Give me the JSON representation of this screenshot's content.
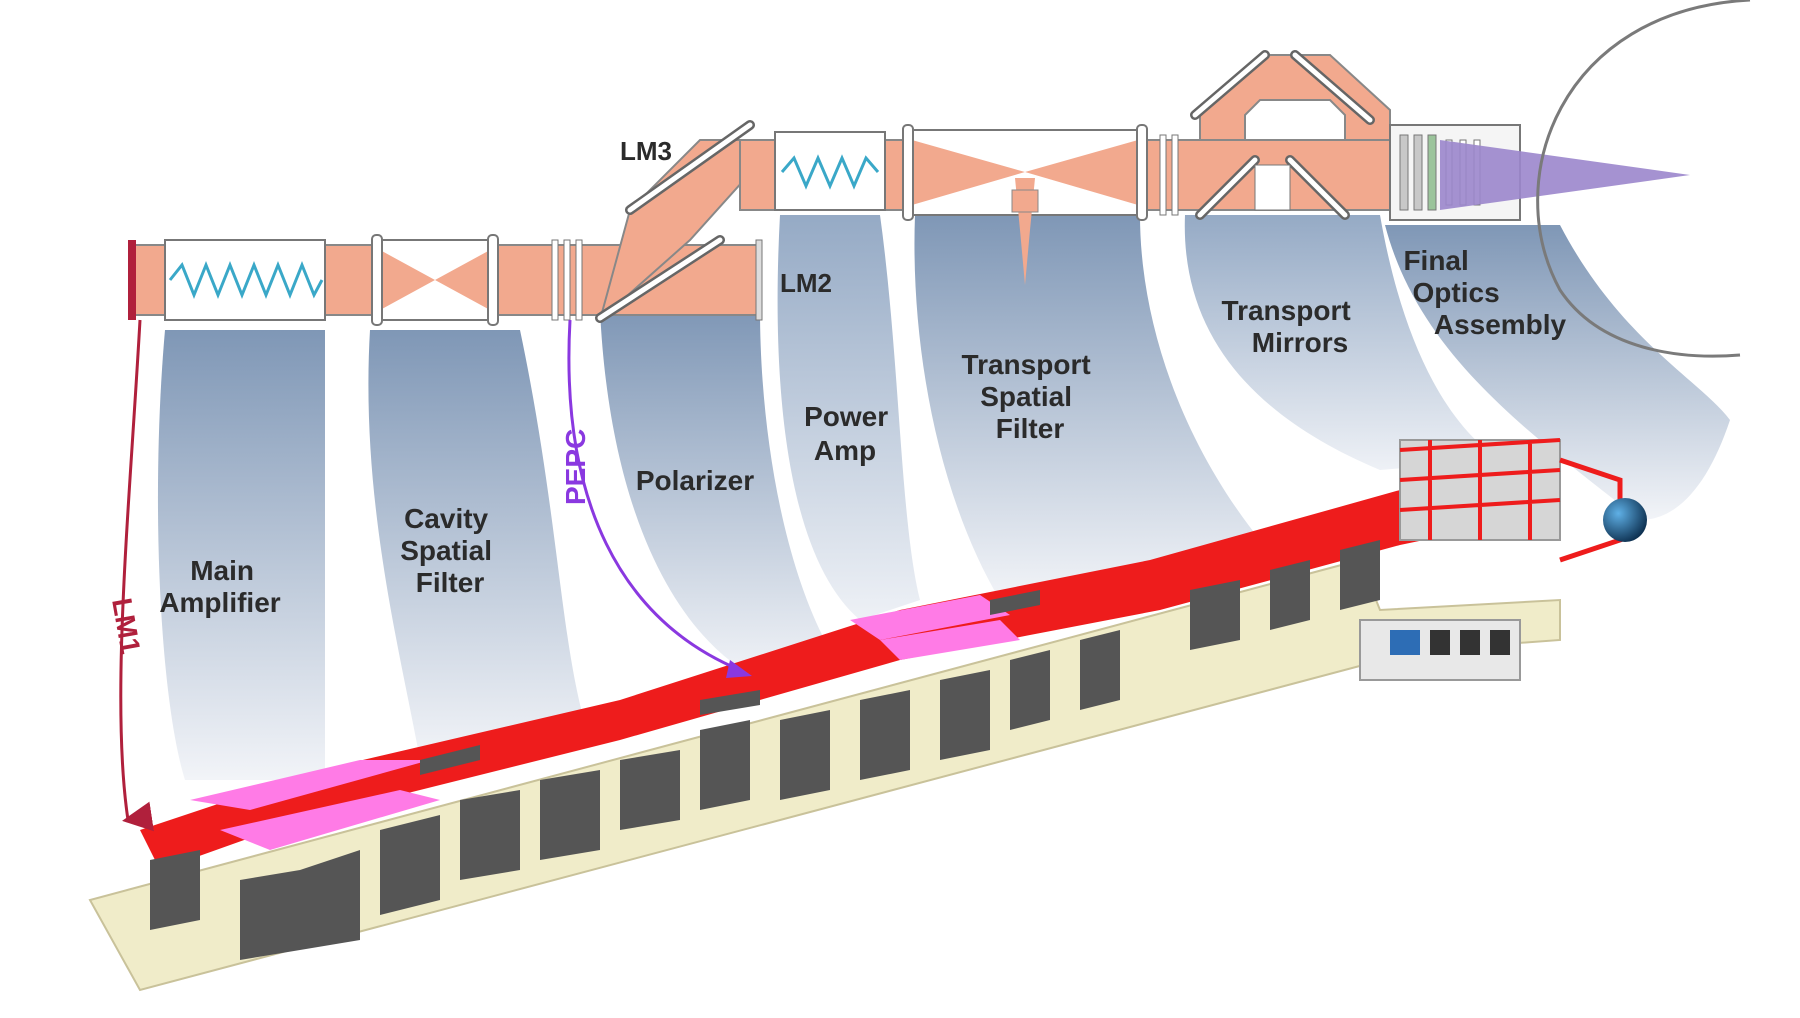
{
  "labels": {
    "lm1": "LM1",
    "lm2": "LM2",
    "lm3": "LM3",
    "pepc": "PEPC",
    "main_amplifier": [
      "Main",
      "Amplifier"
    ],
    "cavity_spatial_filter": [
      "Cavity",
      "Spatial",
      "Filter"
    ],
    "polarizer": "Polarizer",
    "power_amp": [
      "Power",
      "Amp"
    ],
    "transport_spatial_filter": [
      "Transport",
      "Spatial",
      "Filter"
    ],
    "transport_mirrors": [
      "Transport",
      "Mirrors"
    ],
    "final_optics_assembly": [
      "Final",
      "Optics",
      "Assembly"
    ]
  },
  "colors": {
    "beam": "#f2a98e",
    "beam_dark": "#d9826a",
    "fan_top": "#8fa6c2",
    "fan_bottom": "#e8edf3",
    "building_red": "#ee1c1c",
    "amplifier_pink": "#ff7be6",
    "floor": "#f0ecc9",
    "block_dark": "#555555",
    "lm1_arrow": "#b0203c",
    "pepc_arrow": "#8a38e0",
    "target_chamber": "#1f5d8e",
    "final_optics_cone": "#9b86cc",
    "coil": "#3aa8c8"
  }
}
